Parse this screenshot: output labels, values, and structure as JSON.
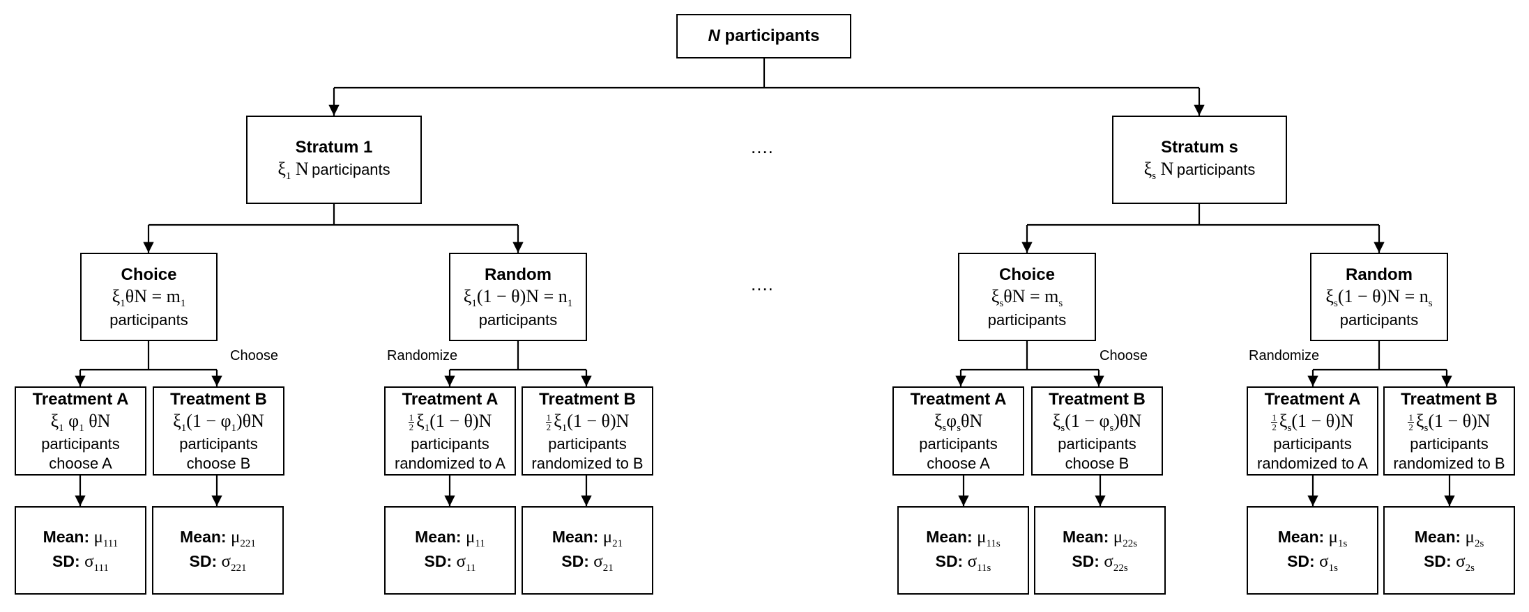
{
  "root": {
    "n": "N",
    "rest": "participants"
  },
  "ellipsis": "....",
  "strata": [
    {
      "title": "Stratum 1",
      "xi": "ξ",
      "xi_sub": "1",
      "formula_tail": "N",
      "participants": "participants",
      "choice": {
        "title": "Choice",
        "f1": "ξ",
        "f1s": "1",
        "f2": "θN = m",
        "f2s": "1",
        "label": "participants"
      },
      "random": {
        "title": "Random",
        "f1": "ξ",
        "f1s": "1",
        "f2": "(1 − θ)N = n",
        "f2s": "1",
        "label": "participants"
      },
      "choose": "Choose",
      "randomize": "Randomize",
      "ta_choice": {
        "title": "Treatment A",
        "fa": "ξ",
        "fas": "1",
        "fb": "φ",
        "fbs": "1",
        "fc": "θN",
        "l1": "participants",
        "l2": "choose A"
      },
      "tb_choice": {
        "title": "Treatment B",
        "fa": "ξ",
        "fas": "1",
        "fb": "(1 − φ",
        "fbs": "1",
        "fc": ")θN",
        "l1": "participants",
        "l2": "choose B"
      },
      "ta_rand": {
        "title": "Treatment A",
        "half_n": "1",
        "half_d": "2",
        "fa": "ξ",
        "fas": "1",
        "fc": "(1 − θ)N",
        "l1": "participants",
        "l2": "randomized to A"
      },
      "tb_rand": {
        "title": "Treatment B",
        "half_n": "1",
        "half_d": "2",
        "fa": "ξ",
        "fas": "1",
        "fc": "(1 − θ)N",
        "l1": "participants",
        "l2": "randomized to B"
      },
      "stats": [
        {
          "mean_k": "Mean:",
          "mean_v": "μ",
          "mean_s": "111",
          "sd_k": "SD:",
          "sd_v": "σ",
          "sd_s": "111"
        },
        {
          "mean_k": "Mean:",
          "mean_v": "μ",
          "mean_s": "221",
          "sd_k": "SD:",
          "sd_v": "σ",
          "sd_s": "221"
        },
        {
          "mean_k": "Mean:",
          "mean_v": "μ",
          "mean_s": "11",
          "sd_k": "SD:",
          "sd_v": "σ",
          "sd_s": "11"
        },
        {
          "mean_k": "Mean:",
          "mean_v": "μ",
          "mean_s": "21",
          "sd_k": "SD:",
          "sd_v": "σ",
          "sd_s": "21"
        }
      ]
    },
    {
      "title": "Stratum s",
      "xi": "ξ",
      "xi_sub": "s",
      "formula_tail": "N",
      "participants": "participants",
      "choice": {
        "title": "Choice",
        "f1": "ξ",
        "f1s": "s",
        "f2": "θN = m",
        "f2s": "s",
        "label": "participants"
      },
      "random": {
        "title": "Random",
        "f1": "ξ",
        "f1s": "s",
        "f2": "(1 − θ)N = n",
        "f2s": "s",
        "label": "participants"
      },
      "choose": "Choose",
      "randomize": "Randomize",
      "ta_choice": {
        "title": "Treatment A",
        "fa": "ξ",
        "fas": "s",
        "fb": "φ",
        "fbs": "s",
        "fc": "θN",
        "l1": "participants",
        "l2": "choose A"
      },
      "tb_choice": {
        "title": "Treatment B",
        "fa": "ξ",
        "fas": "s",
        "fb": "(1 − φ",
        "fbs": "s",
        "fc": ")θN",
        "l1": "participants",
        "l2": "choose B"
      },
      "ta_rand": {
        "title": "Treatment A",
        "half_n": "1",
        "half_d": "2",
        "fa": "ξ",
        "fas": "s",
        "fc": "(1 − θ)N",
        "l1": "participants",
        "l2": "randomized to A"
      },
      "tb_rand": {
        "title": "Treatment B",
        "half_n": "1",
        "half_d": "2",
        "fa": "ξ",
        "fas": "s",
        "fc": "(1 − θ)N",
        "l1": "participants",
        "l2": "randomized to B"
      },
      "stats": [
        {
          "mean_k": "Mean:",
          "mean_v": "μ",
          "mean_s": "11s",
          "sd_k": "SD:",
          "sd_v": "σ",
          "sd_s": "11s"
        },
        {
          "mean_k": "Mean:",
          "mean_v": "μ",
          "mean_s": "22s",
          "sd_k": "SD:",
          "sd_v": "σ",
          "sd_s": "22s"
        },
        {
          "mean_k": "Mean:",
          "mean_v": "μ",
          "mean_s": "1s",
          "sd_k": "SD:",
          "sd_v": "σ",
          "sd_s": "1s"
        },
        {
          "mean_k": "Mean:",
          "mean_v": "μ",
          "mean_s": "2s",
          "sd_k": "SD:",
          "sd_v": "σ",
          "sd_s": "2s"
        }
      ]
    }
  ]
}
